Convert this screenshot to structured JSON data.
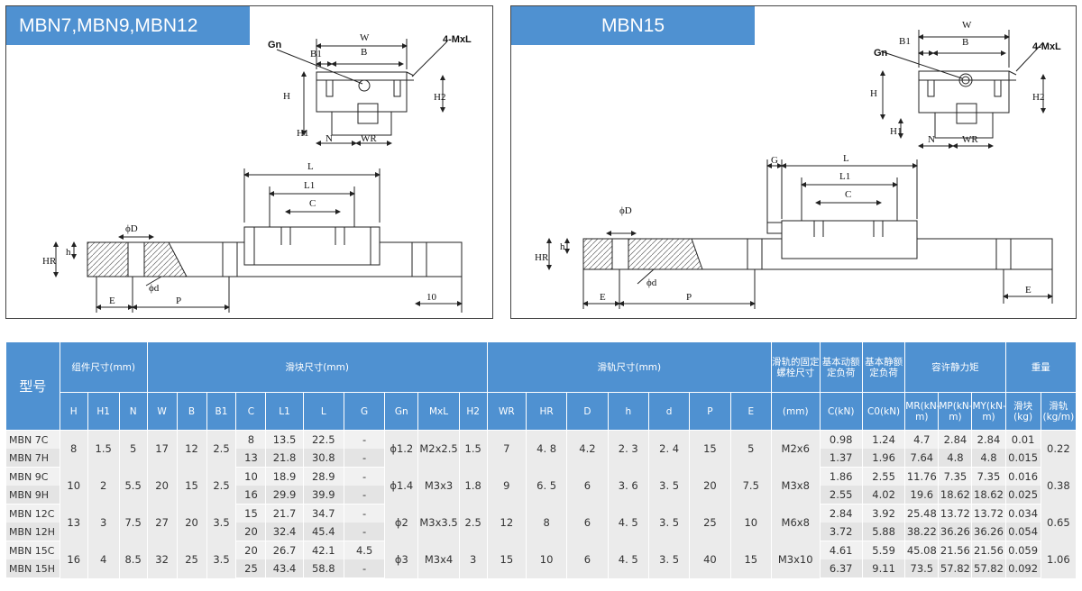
{
  "panels": {
    "left_title": "MBN7,MBN9,MBN12",
    "right_title": "MBN15"
  },
  "drawing_labels": {
    "W": "W",
    "B": "B",
    "B1": "B1",
    "Gn": "Gn",
    "MxL": "4-MxL",
    "H": "H",
    "H1": "H1",
    "H2": "H2",
    "N": "N",
    "WR": "WR",
    "L": "L",
    "L1": "L1",
    "C": "C",
    "G": "G",
    "D": "ϕD",
    "d": "ϕd",
    "h": "h",
    "HR": "HR",
    "E": "E",
    "P": "P",
    "pitch_end": "10"
  },
  "table": {
    "model_header": "型号",
    "group_headers": {
      "assembly": "组件尺寸(mm)",
      "block": "滑块尺寸(mm)",
      "rail": "滑轨尺寸(mm)",
      "rail_bolt": "滑轨的固定螺栓尺寸",
      "dyn_load": "基本动额定负荷",
      "static_load": "基本静额定负荷",
      "moment": "容许静力矩",
      "weight": "重量"
    },
    "columns": [
      "H",
      "H1",
      "N",
      "W",
      "B",
      "B1",
      "C",
      "L1",
      "L",
      "G",
      "Gn",
      "MxL",
      "H2",
      "WR",
      "HR",
      "D",
      "h",
      "d",
      "P",
      "E",
      "(mm)",
      "C(kN)",
      "C0(kN)",
      "MR(kN-m)",
      "MP(kN-m)",
      "MY(kN-m)",
      "滑块(kg)",
      "滑轨(kg/m)"
    ],
    "groups": [
      {
        "common": {
          "H": "8",
          "H1": "1.5",
          "N": "5",
          "W": "17",
          "B": "12",
          "B1": "2.5",
          "Gn": "ϕ1.2",
          "MxL": "M2x2.5",
          "H2": "1.5",
          "WR": "7",
          "HR": "4. 8",
          "D": "4.2",
          "h": "2. 3",
          "d": "2. 4",
          "P": "15",
          "E": "5",
          "bolt": "M2x6",
          "rail_kg": "0.22"
        },
        "rows": [
          {
            "model": "MBN 7C",
            "C": "8",
            "L1": "13.5",
            "L": "22.5",
            "G": "-",
            "Cd": "0.98",
            "C0": "1.24",
            "MR": "4.7",
            "MP": "2.84",
            "MY": "2.84",
            "kg": "0.01"
          },
          {
            "model": "MBN 7H",
            "C": "13",
            "L1": "21.8",
            "L": "30.8",
            "G": "-",
            "Cd": "1.37",
            "C0": "1.96",
            "MR": "7.64",
            "MP": "4.8",
            "MY": "4.8",
            "kg": "0.015"
          }
        ]
      },
      {
        "common": {
          "H": "10",
          "H1": "2",
          "N": "5.5",
          "W": "20",
          "B": "15",
          "B1": "2.5",
          "Gn": "ϕ1.4",
          "MxL": "M3x3",
          "H2": "1.8",
          "WR": "9",
          "HR": "6. 5",
          "D": "6",
          "h": "3. 6",
          "d": "3. 5",
          "P": "20",
          "E": "7.5",
          "bolt": "M3x8",
          "rail_kg": "0.38"
        },
        "rows": [
          {
            "model": "MBN 9C",
            "C": "10",
            "L1": "18.9",
            "L": "28.9",
            "G": "-",
            "Cd": "1.86",
            "C0": "2.55",
            "MR": "11.76",
            "MP": "7.35",
            "MY": "7.35",
            "kg": "0.016"
          },
          {
            "model": "MBN 9H",
            "C": "16",
            "L1": "29.9",
            "L": "39.9",
            "G": "-",
            "Cd": "2.55",
            "C0": "4.02",
            "MR": "19.6",
            "MP": "18.62",
            "MY": "18.62",
            "kg": "0.025"
          }
        ]
      },
      {
        "common": {
          "H": "13",
          "H1": "3",
          "N": "7.5",
          "W": "27",
          "B": "20",
          "B1": "3.5",
          "Gn": "ϕ2",
          "MxL": "M3x3.5",
          "H2": "2.5",
          "WR": "12",
          "HR": "8",
          "D": "6",
          "h": "4. 5",
          "d": "3. 5",
          "P": "25",
          "E": "10",
          "bolt": "M6x8",
          "rail_kg": "0.65"
        },
        "rows": [
          {
            "model": "MBN 12C",
            "C": "15",
            "L1": "21.7",
            "L": "34.7",
            "G": "-",
            "Cd": "2.84",
            "C0": "3.92",
            "MR": "25.48",
            "MP": "13.72",
            "MY": "13.72",
            "kg": "0.034"
          },
          {
            "model": "MBN 12H",
            "C": "20",
            "L1": "32.4",
            "L": "45.4",
            "G": "-",
            "Cd": "3.72",
            "C0": "5.88",
            "MR": "38.22",
            "MP": "36.26",
            "MY": "36.26",
            "kg": "0.054"
          }
        ]
      },
      {
        "common": {
          "H": "16",
          "H1": "4",
          "N": "8.5",
          "W": "32",
          "B": "25",
          "B1": "3.5",
          "Gn": "ϕ3",
          "MxL": "M3x4",
          "H2": "3",
          "WR": "15",
          "HR": "10",
          "D": "6",
          "h": "4. 5",
          "d": "3. 5",
          "P": "40",
          "E": "15",
          "bolt": "M3x10",
          "rail_kg": "1.06"
        },
        "rows": [
          {
            "model": "MBN 15C",
            "C": "20",
            "L1": "26.7",
            "L": "42.1",
            "G": "4.5",
            "Cd": "4.61",
            "C0": "5.59",
            "MR": "45.08",
            "MP": "21.56",
            "MY": "21.56",
            "kg": "0.059"
          },
          {
            "model": "MBN 15H",
            "C": "25",
            "L1": "43.4",
            "L": "58.8",
            "G": "-",
            "Cd": "6.37",
            "C0": "9.11",
            "MR": "73.5",
            "MP": "57.82",
            "MY": "57.82",
            "kg": "0.092"
          }
        ]
      }
    ]
  }
}
